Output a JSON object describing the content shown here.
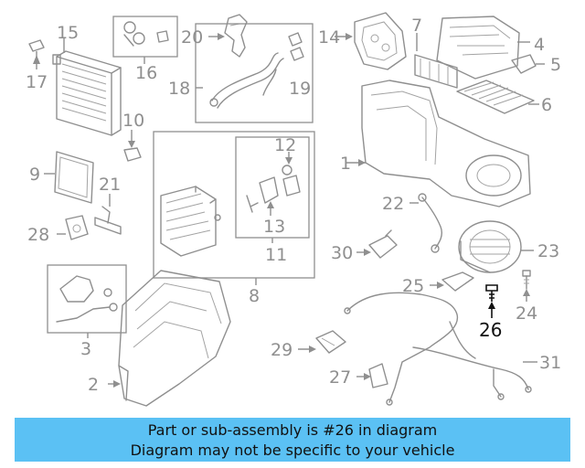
{
  "diagram": {
    "callouts": {
      "c1": "1",
      "c2": "2",
      "c3": "3",
      "c4": "4",
      "c5": "5",
      "c6": "6",
      "c7": "7",
      "c8": "8",
      "c9": "9",
      "c10": "10",
      "c11": "11",
      "c12": "12",
      "c13": "13",
      "c14": "14",
      "c15": "15",
      "c16": "16",
      "c17": "17",
      "c18": "18",
      "c19": "19",
      "c20": "20",
      "c21": "21",
      "c22": "22",
      "c23": "23",
      "c24": "24",
      "c25": "25",
      "c26": "26",
      "c27": "27",
      "c28": "28",
      "c29": "29",
      "c30": "30",
      "c31": "31"
    },
    "highlighted_part": "26"
  },
  "banner": {
    "line1": "Part or sub-assembly is #26 in diagram",
    "line2": "Diagram may not be specific to your vehicle",
    "background": "#5bc1f4"
  },
  "colors": {
    "line_art": "#8f8f8f",
    "highlight": "#111111"
  }
}
